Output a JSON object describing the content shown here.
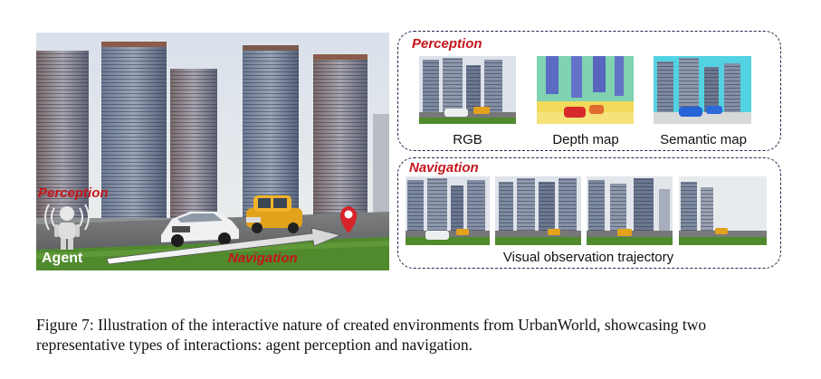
{
  "scene": {
    "perception_label": "Perception",
    "agent_label": "Agent",
    "navigation_label": "Navigation"
  },
  "perception_panel": {
    "title": "Perception",
    "thumbnails": [
      {
        "label": "RGB",
        "kind": "rgb"
      },
      {
        "label": "Depth map",
        "kind": "depth"
      },
      {
        "label": "Semantic map",
        "kind": "semantic"
      }
    ]
  },
  "navigation_panel": {
    "title": "Navigation",
    "caption": "Visual observation trajectory",
    "frames": 4
  },
  "colors": {
    "accent_red": "#c4161c",
    "panel_border": "#1e2a4a",
    "depth_bg": "#7fd3b0",
    "depth_building": "#5c6bc4",
    "semantic_sky": "#52d2e2",
    "semantic_car": "#2563d6"
  },
  "figure": {
    "caption": "Figure 7: Illustration of the interactive nature of created environments from UrbanWorld, showcasing two representative types of interactions: agent perception and navigation."
  }
}
